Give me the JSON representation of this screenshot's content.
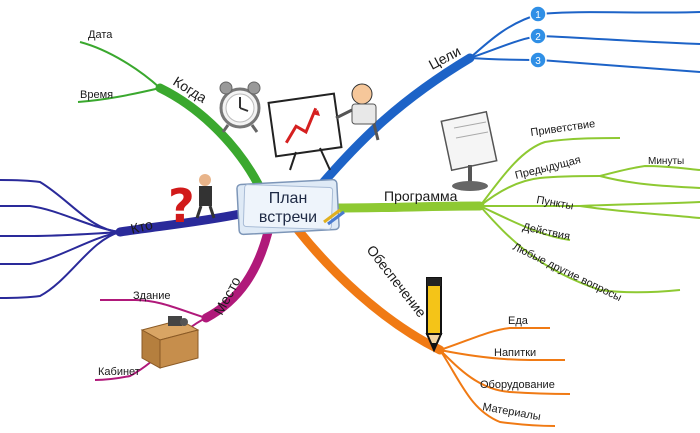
{
  "center": {
    "line1": "План",
    "line2": "встречи"
  },
  "branches": {
    "when": {
      "label": "Когда",
      "color": "#3aa82e",
      "items": [
        "Дата",
        "Время"
      ]
    },
    "goals": {
      "label": "Цели",
      "color": "#1d63c7",
      "items": [
        "1",
        "2",
        "3"
      ]
    },
    "program": {
      "label": "Программа",
      "color": "#8ec932",
      "items": [
        "Приветствие",
        "Предыдущая",
        "Минуты",
        "Пункты",
        "Действия",
        "Любые другие вопросы"
      ]
    },
    "who": {
      "label": "Кто",
      "color": "#2a2a9a"
    },
    "place": {
      "label": "Место",
      "color": "#b0197a",
      "items": [
        "Здание",
        "Кабинет"
      ]
    },
    "supplies": {
      "label": "Обеспечение",
      "color": "#f07a14",
      "items": [
        "Еда",
        "Напитки",
        "Оборудование",
        "Материалы"
      ]
    }
  },
  "icons": [
    "alarm-clock-icon",
    "presenter-chart-icon",
    "question-mark-person-icon",
    "flipchart-easel-icon",
    "office-desk-icon",
    "pencil-icon"
  ]
}
